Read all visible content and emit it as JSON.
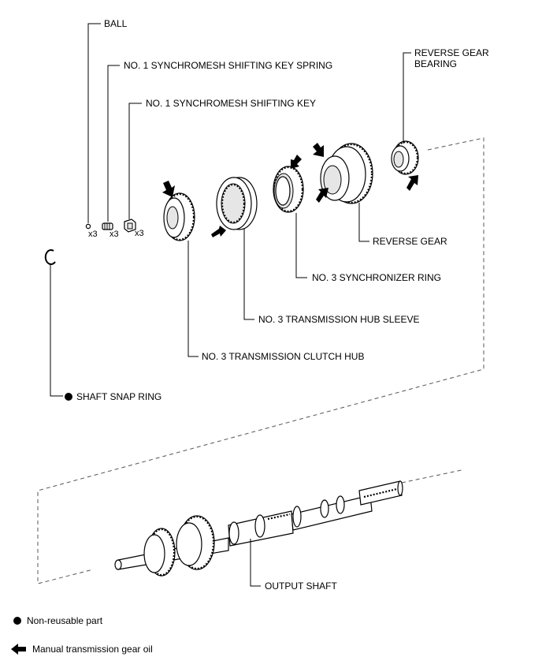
{
  "labels": {
    "ball": "BALL",
    "key_spring": "NO. 1 SYNCHROMESH SHIFTING KEY SPRING",
    "shifting_key": "NO. 1 SYNCHROMESH SHIFTING KEY",
    "reverse_gear_bearing_1": "REVERSE GEAR",
    "reverse_gear_bearing_2": "BEARING",
    "reverse_gear": "REVERSE GEAR",
    "synchronizer_ring": "NO. 3 SYNCHRONIZER RING",
    "hub_sleeve": "NO. 3 TRANSMISSION HUB SLEEVE",
    "clutch_hub": "NO. 3 TRANSMISSION CLUTCH HUB",
    "snap_ring": "SHAFT SNAP RING",
    "output_shaft": "OUTPUT SHAFT"
  },
  "quantities": {
    "ball": "x3",
    "key_spring": "x3",
    "shifting_key": "x3"
  },
  "legend": {
    "non_reusable": "Non-reusable part",
    "gear_oil": "Manual transmission gear oil"
  },
  "icons": [
    "filled-circle-icon",
    "arrow-left-icon"
  ]
}
